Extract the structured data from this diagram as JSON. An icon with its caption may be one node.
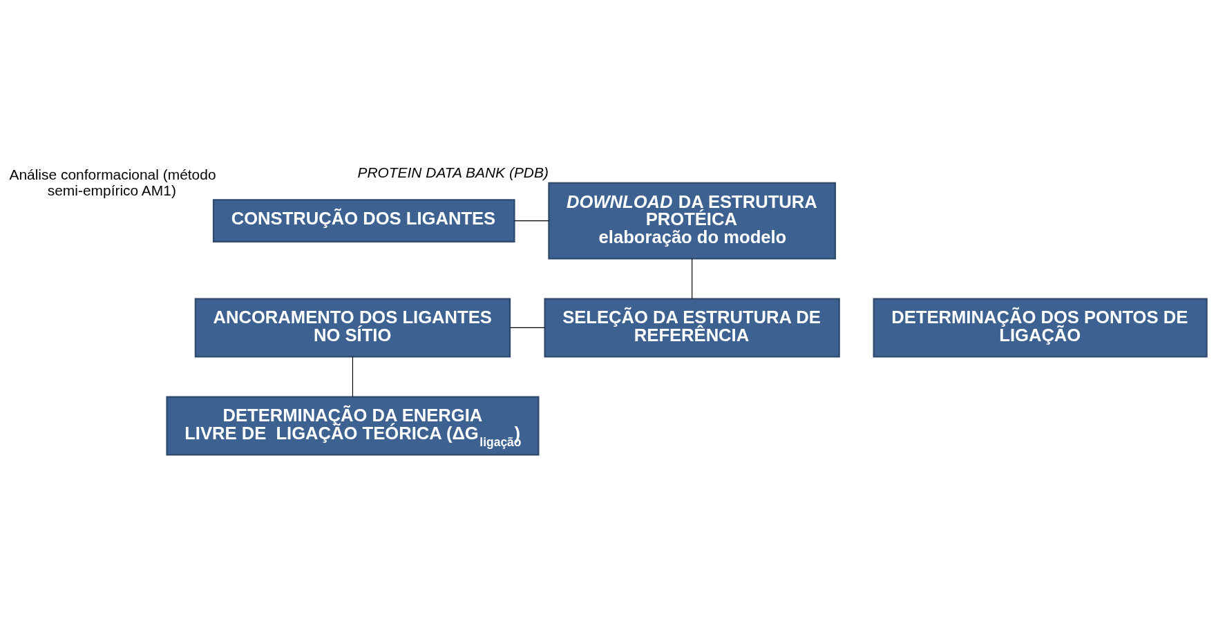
{
  "diagram": {
    "nodes": [
      {
        "text": [
          "CONSTRUÇÃO DOS LIGANTES"
        ],
        "beside": [
          "Análise conformacional (método semi-empírico AM1)"
        ]
      },
      {
        "text": [
          "*DOWNLOAD* DA ESTRUTURA PROTÉICA",
          "elaboração do modelo"
        ],
        "beside": [
          "*PROTEIN DATA BANK (PDB)*"
        ]
      },
      {
        "text": [
          "ANCORAMENTO DOS LIGANTES NO SÍTIO"
        ]
      },
      {
        "text": [
          "SELEÇÃO DA ESTRUTURA DE REFERÊNCIA"
        ]
      },
      {
        "text": [
          "DETERMINAÇÃO DOS PONTOS DE LIGAÇÃO"
        ]
      },
      {
        "text": [
          "DETERMINAÇÃO DA ENERGIA LIVRE DE  LIGAÇÃO TEÓRICA (ΔG$_{ligação}$)"
        ]
      }
    ],
    "edges": [
      {
        "from": 0,
        "to": 1,
        "arrow": "none"
      },
      {
        "from": 1,
        "to": 3,
        "arrow": "none"
      },
      {
        "from": 2,
        "to": 3,
        "arrow": "none"
      },
      {
        "from": 2,
        "to": 5,
        "arrow": "none"
      }
    ]
  }
}
